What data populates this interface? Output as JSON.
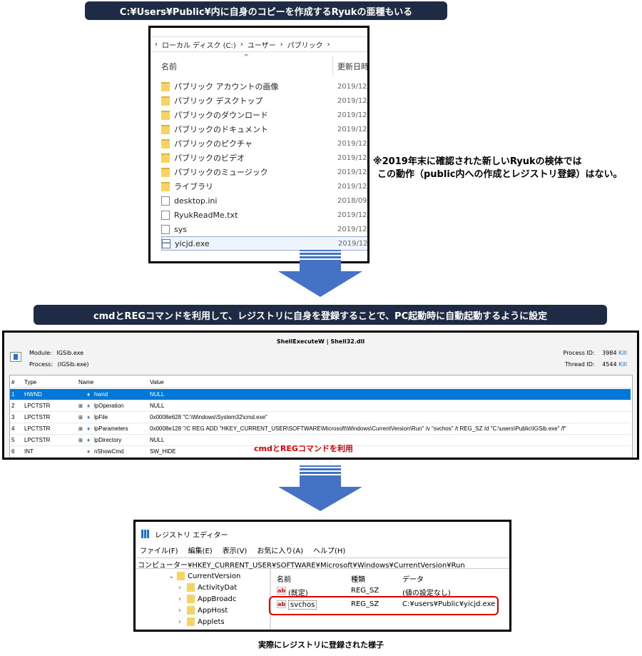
{
  "banner1": "C:¥Users¥Public¥内に自身のコピーを作成するRyukの亜種もいる",
  "explorer": {
    "breadcrumb": [
      "ローカル ディスク (C:)",
      "ユーザー",
      "パブリック"
    ],
    "col_name": "名前",
    "col_date": "更新日時",
    "items": [
      {
        "name": "パブリック アカウントの画像",
        "date": "2019/12/",
        "icon": "folder"
      },
      {
        "name": "パブリック デスクトップ",
        "date": "2019/12/",
        "icon": "folder"
      },
      {
        "name": "パブリックのダウンロード",
        "date": "2019/12/",
        "icon": "folder"
      },
      {
        "name": "パブリックのドキュメント",
        "date": "2019/12/",
        "icon": "folder"
      },
      {
        "name": "パブリックのピクチャ",
        "date": "2019/12/",
        "icon": "folder"
      },
      {
        "name": "パブリックのビデオ",
        "date": "2019/12/",
        "icon": "folder"
      },
      {
        "name": "パブリックのミュージック",
        "date": "2019/12/",
        "icon": "folder"
      },
      {
        "name": "ライブラリ",
        "date": "2019/12/",
        "icon": "folder"
      },
      {
        "name": "desktop.ini",
        "date": "2018/09/",
        "icon": "file"
      },
      {
        "name": "RyukReadMe.txt",
        "date": "2019/12/",
        "icon": "file"
      },
      {
        "name": "sys",
        "date": "2019/12/",
        "icon": "file"
      },
      {
        "name": "yicjd.exe",
        "date": "2019/12/",
        "icon": "exe"
      }
    ]
  },
  "note": {
    "line1": "※2019年末に確認された新しいRyukの検体では",
    "line2": "この動作（public内への作成とレジストリ登録）はない。"
  },
  "banner2": "cmdとREGコマンドを利用して、レジストリに自身を登録することで、PC起動時に自動起動するように設定",
  "monitor": {
    "title": "ShellExecuteW | Shell32.dll",
    "module_label": "Module:",
    "module": "IGSib.exe",
    "process_label": "Process:",
    "process": "(IGSib.exe)",
    "pid_label": "Process ID:",
    "pid": "3984",
    "tid_label": "Thread ID:",
    "tid": "4544",
    "kill": "Kill",
    "headers": [
      "#",
      "Type",
      "Name",
      "Value"
    ],
    "rows": [
      [
        "1",
        "HWND",
        "hwnd",
        "NULL"
      ],
      [
        "2",
        "LPCTSTR",
        "lpOperation",
        "NULL"
      ],
      [
        "3",
        "LPCTSTR",
        "lpFile",
        "0x0008e628 \"C:\\Windows\\System32\\cmd.exe\""
      ],
      [
        "4",
        "LPCTSTR",
        "lpParameters",
        "0x0008e128 \"/C REG ADD \"HKEY_CURRENT_USER\\SOFTWARE\\Microsoft\\Windows\\CurrentVersion\\Run\" /v \"svchos\" /t REG_SZ /d \"C:\\users\\Public\\IGSib.exe\" /f\""
      ],
      [
        "5",
        "LPCTSTR",
        "lpDirectory",
        "NULL"
      ],
      [
        "6",
        "INT",
        "nShowCmd",
        "SW_HIDE"
      ]
    ],
    "annotation": "cmdとREGコマンドを利用"
  },
  "regedit": {
    "title": "レジストリ エディター",
    "menu": [
      "ファイル(F)",
      "編集(E)",
      "表示(V)",
      "お気に入り(A)",
      "ヘルプ(H)"
    ],
    "path": "コンピューター¥HKEY_CURRENT_USER¥SOFTWARE¥Microsoft¥Windows¥CurrentVersion¥Run",
    "tree": [
      "CurrentVersion",
      "ActivityDat",
      "AppBroadc",
      "AppHost",
      "Applets"
    ],
    "headers": [
      "名前",
      "種類",
      "データ"
    ],
    "values": [
      [
        "(既定)",
        "REG_SZ",
        "(値の設定なし)"
      ],
      [
        "svchos",
        "REG_SZ",
        "C:¥users¥Public¥yicjd.exe"
      ]
    ]
  },
  "caption": "実際にレジストリに登録された様子",
  "colors": {
    "banner": "#1f2a44",
    "arrow": "#4472c4",
    "highlight": "#ff0000",
    "select": "#0078d7"
  }
}
